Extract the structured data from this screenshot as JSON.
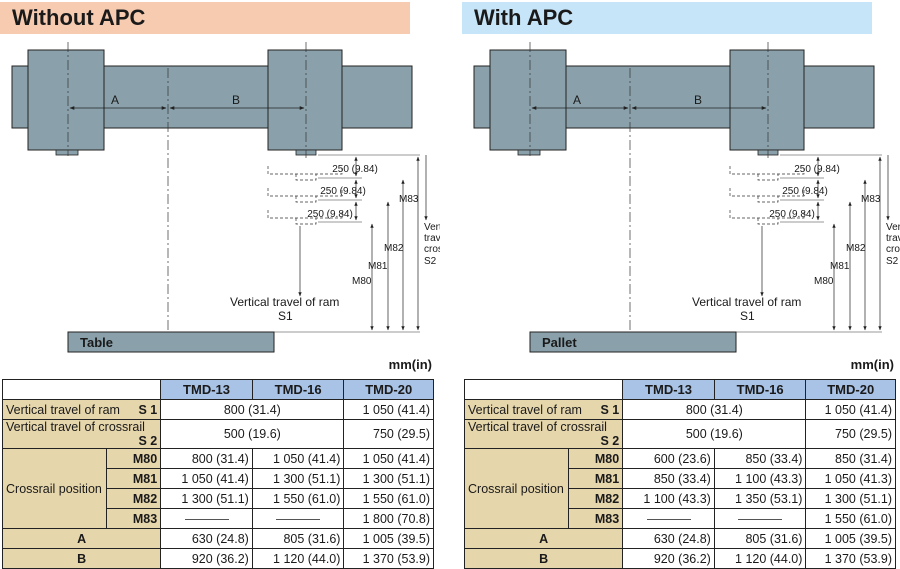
{
  "colors": {
    "left_banner": "#f7cbb0",
    "right_banner": "#c6e5f8",
    "machine": "#8aa1ab",
    "header": "#a9c3e6",
    "label": "#e6d6ac"
  },
  "unit": "mm(in)",
  "labels": {
    "a": "A",
    "b": "B",
    "ram": "Vertical travel of ram",
    "s1": "S1",
    "crossrail_1": "Vertical",
    "crossrail_2": "travel of",
    "crossrail_3": "crossrail",
    "s2": "S2",
    "step": "250 (9.84)",
    "m80": "M80",
    "m81": "M81",
    "m82": "M82",
    "m83": "M83"
  },
  "panels": [
    {
      "title": "Without APC",
      "base_label": "Table",
      "columns": [
        "TMD-13",
        "TMD-16",
        "TMD-20"
      ],
      "rows": [
        {
          "label": "Vertical travel of ram",
          "sym": "S 1",
          "span": "800 (31.4)",
          "c3": "1 050 (41.4)"
        },
        {
          "label": "Vertical travel of crossrail",
          "sym": "S 2",
          "span": "500 (19.6)",
          "c3": "750 (29.5)"
        }
      ],
      "crossrail_label": "Crossrail position",
      "positions": [
        {
          "sub": "M80",
          "c1": "800 (31.4)",
          "c2": "1 050 (41.4)",
          "c3": "1 050 (41.4)"
        },
        {
          "sub": "M81",
          "c1": "1 050 (41.4)",
          "c2": "1 300 (51.1)",
          "c3": "1 300 (51.1)"
        },
        {
          "sub": "M82",
          "c1": "1 300 (51.1)",
          "c2": "1 550 (61.0)",
          "c3": "1 550 (61.0)"
        },
        {
          "sub": "M83",
          "c1": "",
          "c2": "",
          "c3": "1 800 (70.8)"
        }
      ],
      "a_row": {
        "label": "A",
        "c1": "630 (24.8)",
        "c2": "805 (31.6)",
        "c3": "1 005 (39.5)"
      },
      "b_row": {
        "label": "B",
        "c1": "920 (36.2)",
        "c2": "1 120 (44.0)",
        "c3": "1 370 (53.9)"
      }
    },
    {
      "title": "With APC",
      "base_label": "Pallet",
      "columns": [
        "TMD-13",
        "TMD-16",
        "TMD-20"
      ],
      "rows": [
        {
          "label": "Vertical travel of ram",
          "sym": "S 1",
          "span": "800 (31.4)",
          "c3": "1 050 (41.4)"
        },
        {
          "label": "Vertical travel of crossrail",
          "sym": "S 2",
          "span": "500 (19.6)",
          "c3": "750 (29.5)"
        }
      ],
      "crossrail_label": "Crossrail position",
      "positions": [
        {
          "sub": "M80",
          "c1": "600 (23.6)",
          "c2": "850 (33.4)",
          "c3": "850 (31.4)"
        },
        {
          "sub": "M81",
          "c1": "850 (33.4)",
          "c2": "1 100 (43.3)",
          "c3": "1 050 (41.3)"
        },
        {
          "sub": "M82",
          "c1": "1 100 (43.3)",
          "c2": "1 350 (53.1)",
          "c3": "1 300 (51.1)"
        },
        {
          "sub": "M83",
          "c1": "",
          "c2": "",
          "c3": "1 550 (61.0)"
        }
      ],
      "a_row": {
        "label": "A",
        "c1": "630 (24.8)",
        "c2": "805 (31.6)",
        "c3": "1 005 (39.5)"
      },
      "b_row": {
        "label": "B",
        "c1": "920 (36.2)",
        "c2": "1 120 (44.0)",
        "c3": "1 370 (53.9)"
      }
    }
  ]
}
